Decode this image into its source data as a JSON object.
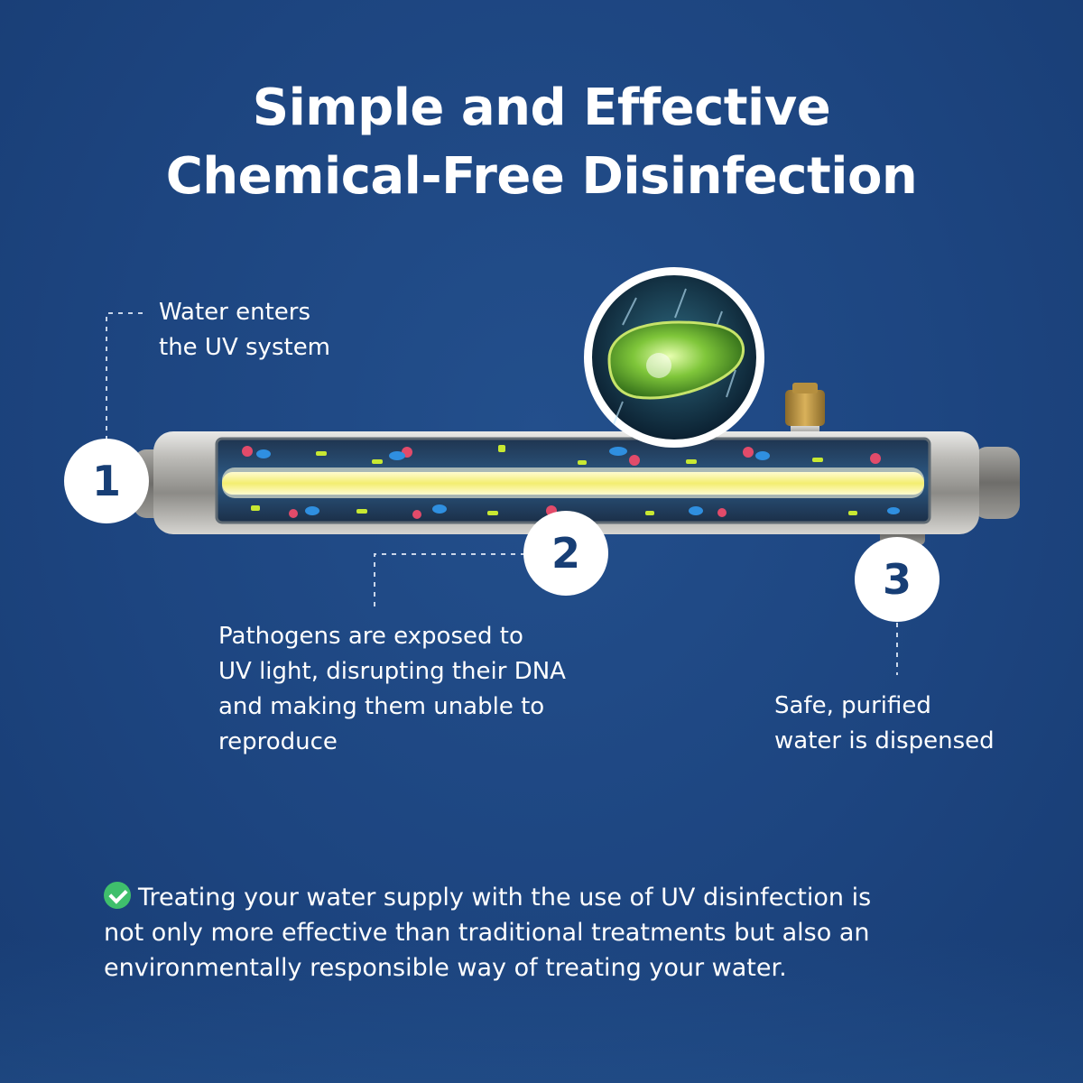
{
  "title": {
    "line1": "Simple and Effective",
    "line2": "Chemical-Free Disinfection"
  },
  "steps": [
    {
      "number": "1",
      "lines": [
        "Water enters",
        "the UV system"
      ]
    },
    {
      "number": "2",
      "lines": [
        "Pathogens are exposed to",
        "UV light, disrupting their DNA",
        "and making them unable to",
        "reproduce"
      ]
    },
    {
      "number": "3",
      "lines": [
        "Safe, purified",
        "water is dispensed"
      ]
    }
  ],
  "footer": {
    "icon": "check-circle-icon",
    "lines": [
      "Treating your water supply with the use of UV disinfection is",
      "not only more effective than traditional treatments but also an",
      "environmentally responsible way of treating your water."
    ]
  },
  "colors": {
    "background": "#1d4580",
    "text": "#ffffff",
    "number": "#173e75",
    "check": "#3fbf6c",
    "uv_lamp": "#f3f07a"
  }
}
